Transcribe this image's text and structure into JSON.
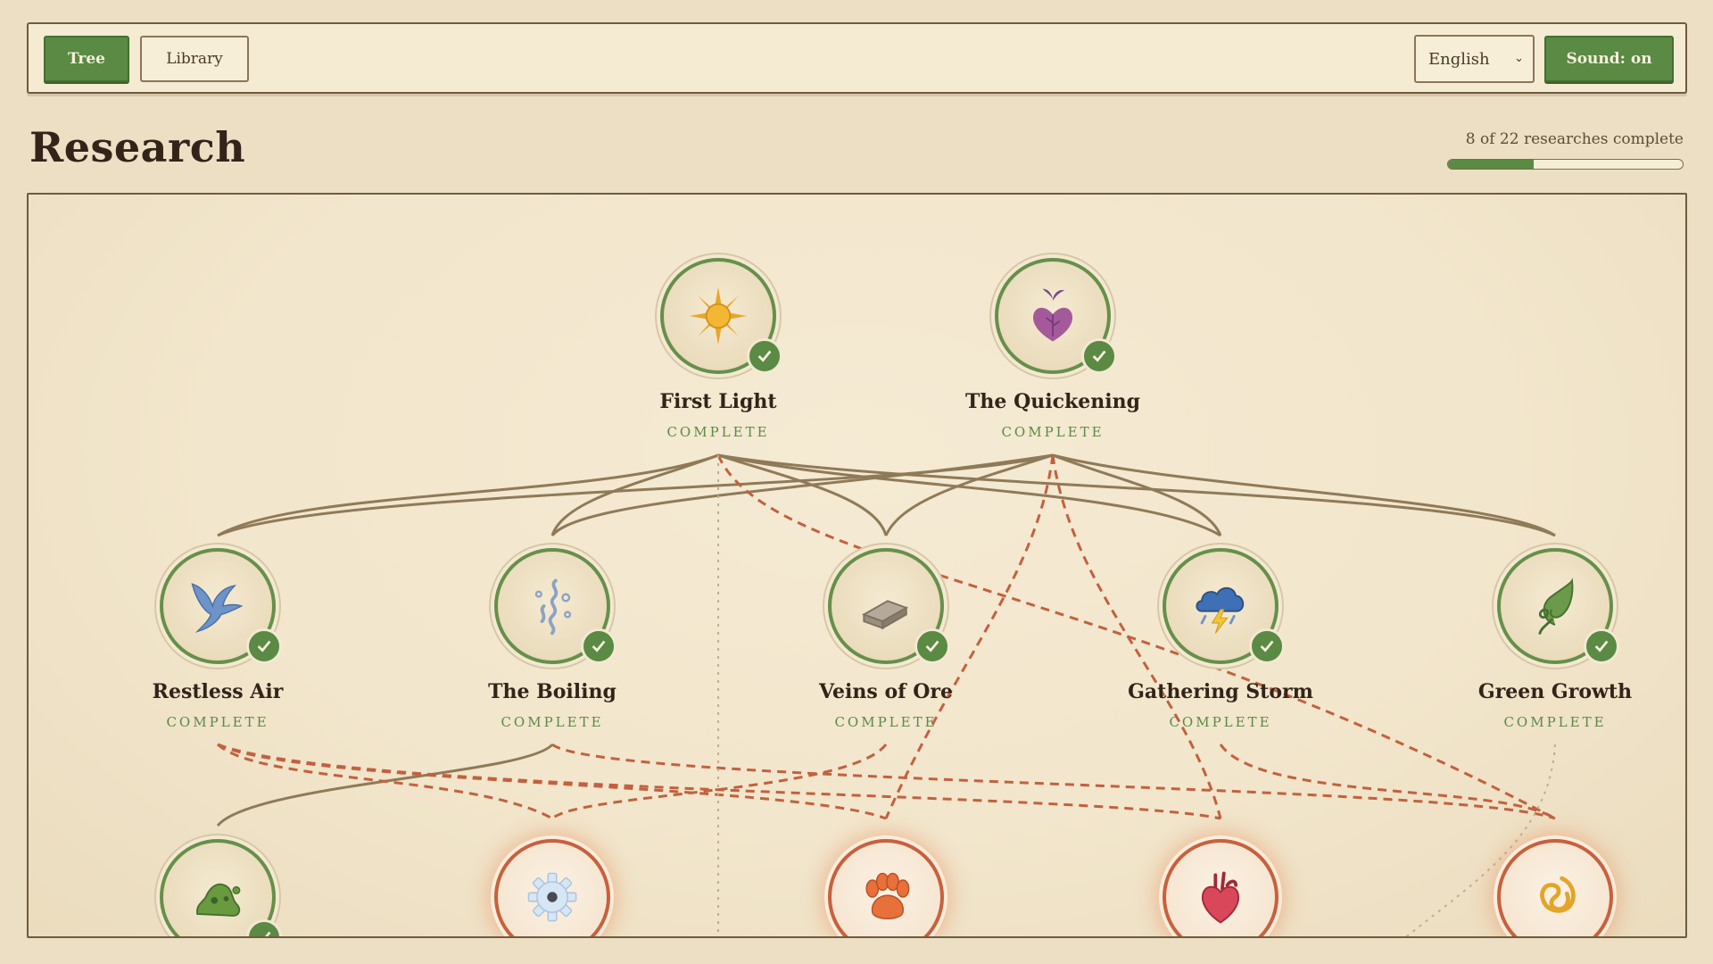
{
  "toolbar": {
    "tab_tree": "Tree",
    "tab_library": "Library",
    "language_selected": "English",
    "sound_label": "Sound: on"
  },
  "header": {
    "title": "Research",
    "progress_text": "8 of 22 researches complete",
    "progress_fraction": 0.364
  },
  "colors": {
    "accent_green": "#5a8a43",
    "pending_orange": "#c8603e",
    "line_brown": "#8f7a58",
    "background": "#ecdfc4"
  },
  "tree": {
    "nodes": [
      {
        "id": "first-light",
        "name": "First Light",
        "status": "COMPLETE",
        "icon": "sun-icon",
        "complete": true
      },
      {
        "id": "the-quickening",
        "name": "The Quickening",
        "status": "COMPLETE",
        "icon": "sprouting-heart-icon",
        "complete": true
      },
      {
        "id": "restless-air",
        "name": "Restless Air",
        "status": "COMPLETE",
        "icon": "bird-icon",
        "complete": true
      },
      {
        "id": "the-boiling",
        "name": "The Boiling",
        "status": "COMPLETE",
        "icon": "steam-swirl-icon",
        "complete": true
      },
      {
        "id": "veins-of-ore",
        "name": "Veins of Ore",
        "status": "COMPLETE",
        "icon": "ingot-icon",
        "complete": true
      },
      {
        "id": "gathering-storm",
        "name": "Gathering Storm",
        "status": "COMPLETE",
        "icon": "storm-cloud-icon",
        "complete": true
      },
      {
        "id": "green-growth",
        "name": "Green Growth",
        "status": "COMPLETE",
        "icon": "leaf-spiral-icon",
        "complete": true
      },
      {
        "id": "slime",
        "icon": "slime-icon",
        "complete": true
      },
      {
        "id": "gear",
        "icon": "gear-icon",
        "complete": false
      },
      {
        "id": "paw",
        "icon": "paw-icon",
        "complete": false
      },
      {
        "id": "heart",
        "icon": "heart-icon",
        "complete": false
      },
      {
        "id": "vortex",
        "icon": "vortex-icon",
        "complete": false
      }
    ]
  }
}
